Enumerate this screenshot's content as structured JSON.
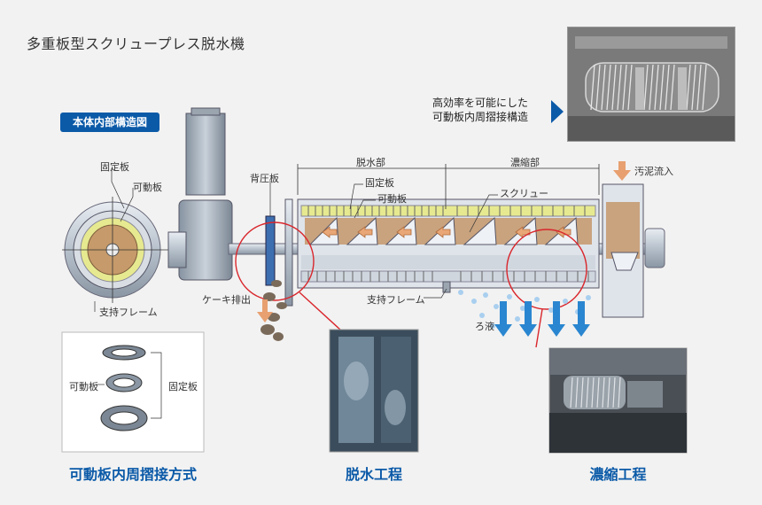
{
  "title": "多重板型スクリュープレス脱水機",
  "badge": "本体内部構造図",
  "callout": {
    "line1": "高効率を可能にした",
    "line2": "可動板内周摺接構造"
  },
  "labels": {
    "fixed_plate_left": "固定板",
    "moving_plate_left": "可動板",
    "support_frame_left": "支持フレーム",
    "back_pressure_plate": "背圧板",
    "dewatering_section": "脱水部",
    "thickening_section": "濃縮部",
    "fixed_plate_main": "固定板",
    "moving_plate_main": "可動板",
    "screw": "スクリュー",
    "sludge_inflow": "汚泥流入",
    "cake_discharge": "ケーキ排出",
    "support_frame_main": "支持フレーム",
    "filtrate": "ろ液",
    "moving_plate_box": "可動板",
    "fixed_plate_box": "固定板"
  },
  "captions": {
    "left": "可動板内周摺接方式",
    "center": "脱水工程",
    "right": "濃縮工程"
  },
  "colors": {
    "accent": "#0b5aa8",
    "highlight_circle": "#d9262c",
    "sludge_arrow": "#e8a070",
    "filtrate_arrow": "#2a86d0"
  }
}
